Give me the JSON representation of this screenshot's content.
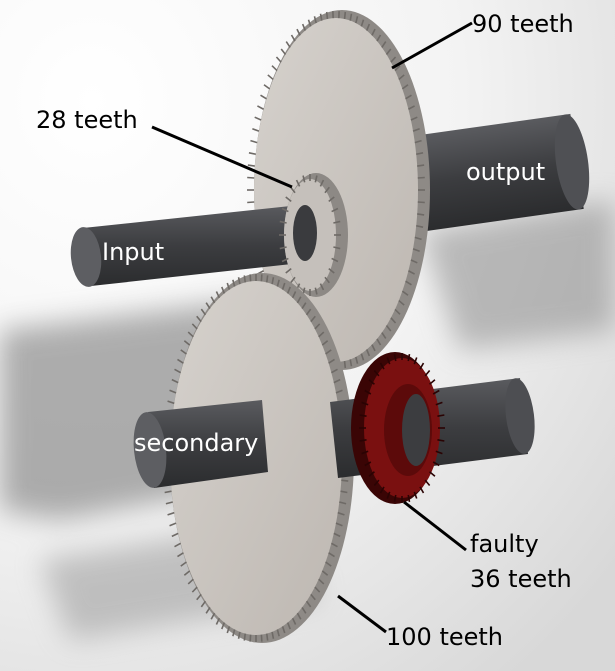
{
  "labels": {
    "input_shaft": "Input",
    "output_shaft": "output",
    "secondary_shaft": "secondary",
    "gear_28": "28 teeth",
    "gear_90": "90 teeth",
    "gear_100": "100 teeth",
    "faulty_line1": "faulty",
    "faulty_line2": "36 teeth"
  },
  "gears": {
    "input_gear_teeth": 28,
    "output_gear_teeth": 90,
    "secondary_large_gear_teeth": 100,
    "faulty_gear_teeth": 36
  },
  "colors": {
    "shaft": "#4a4b4e",
    "shaft_end": "#5d5e62",
    "gear_face": "#c9c4bf",
    "gear_teeth": "#8a8682",
    "faulty_gear": "#7a1010",
    "faulty_gear_dark": "#3a0505"
  }
}
